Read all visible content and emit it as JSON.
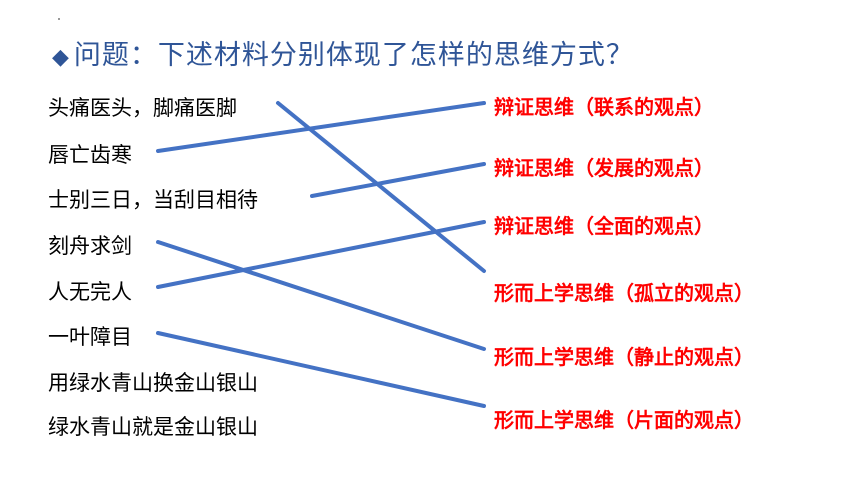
{
  "slide": {
    "title_icon": "diamond-bullet-icon",
    "title": "问题：下述材料分别体现了怎样的思维方式？"
  },
  "left_items": [
    "头痛医头，脚痛医脚",
    "唇亡齿寒",
    "士别三日，当刮目相待",
    "刻舟求剑",
    "人无完人",
    "一叶障目",
    "用绿水青山换金山银山",
    "绿水青山就是金山银山"
  ],
  "right_items": [
    "辩证思维（联系的观点）",
    "辩证思维（发展的观点）",
    "辩证思维（全面的观点）",
    "形而上学思维（孤立的观点）",
    "形而上学思维（静止的观点）",
    "形而上学思维（片面的观点）"
  ],
  "colors": {
    "title": "#2f5597",
    "line": "#4472c4",
    "right_text": "#ff0000",
    "left_text": "#000000"
  }
}
